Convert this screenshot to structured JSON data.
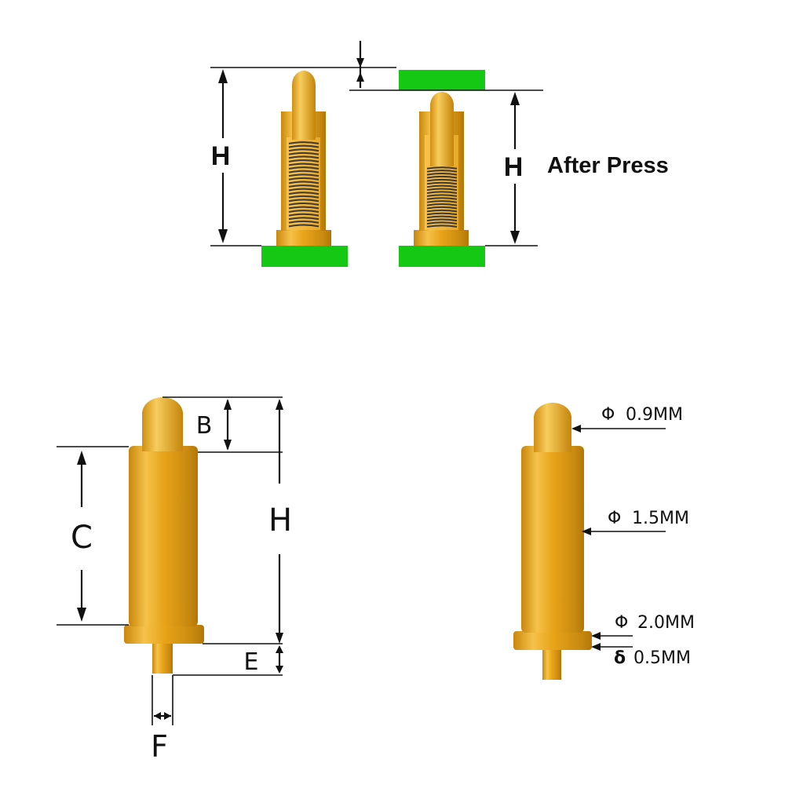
{
  "colors": {
    "pin_gold": "#e8a418",
    "pin_highlight": "#f7d070",
    "pin_shadow": "#b97f0c",
    "pcb_green": "#14c814",
    "spring": "#3a3a3a",
    "cavity": "#f3b842"
  },
  "top_diagram": {
    "height_label_left": "H",
    "height_label_right": "H",
    "after_press_label": "After Press"
  },
  "dimensions_diagram": {
    "label_b": "B",
    "label_c": "C",
    "label_h": "H",
    "label_e": "E",
    "label_f": "F"
  },
  "specs": [
    {
      "symbol": "Φ",
      "value": "0.9MM"
    },
    {
      "symbol": "Φ",
      "value": "1.5MM"
    },
    {
      "symbol": "Φ",
      "value": "2.0MM"
    },
    {
      "symbol": "δ",
      "value": "0.5MM"
    }
  ]
}
